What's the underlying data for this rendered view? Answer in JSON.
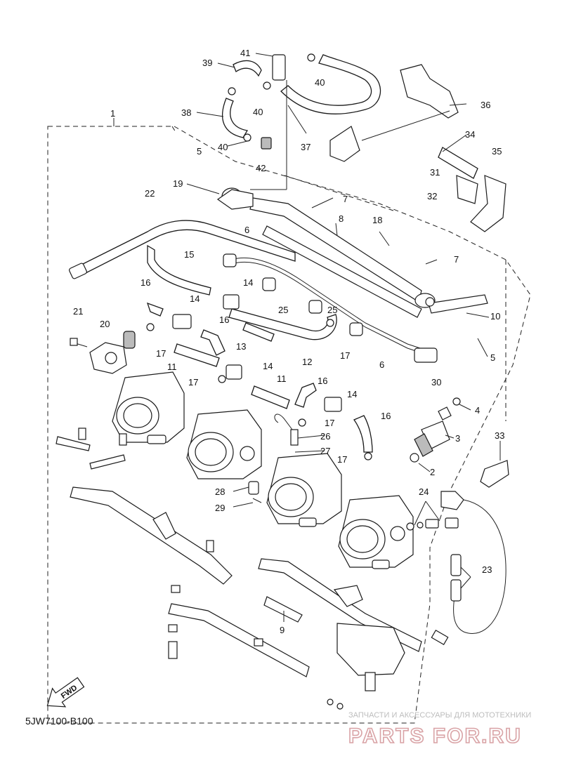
{
  "diagram": {
    "code": "5JW7100-B100",
    "fwd_label": "FWD",
    "watermark": {
      "top": "ЗАПЧАСТИ И АКСЕССУАРЫ ДЛЯ МОТОТЕХНИКИ",
      "main": "PARTS FOR.RU"
    },
    "callouts": [
      "1",
      "2",
      "3",
      "4",
      "5",
      "6",
      "7",
      "8",
      "9",
      "10",
      "11",
      "12",
      "13",
      "14",
      "15",
      "16",
      "17",
      "18",
      "19",
      "20",
      "21",
      "22",
      "23",
      "24",
      "25",
      "26",
      "27",
      "28",
      "29",
      "30",
      "31",
      "32",
      "33",
      "34",
      "35",
      "36",
      "37",
      "38",
      "39",
      "40",
      "41",
      "42"
    ],
    "colors": {
      "line": "#222222",
      "watermark": "#d9a3a6"
    }
  }
}
